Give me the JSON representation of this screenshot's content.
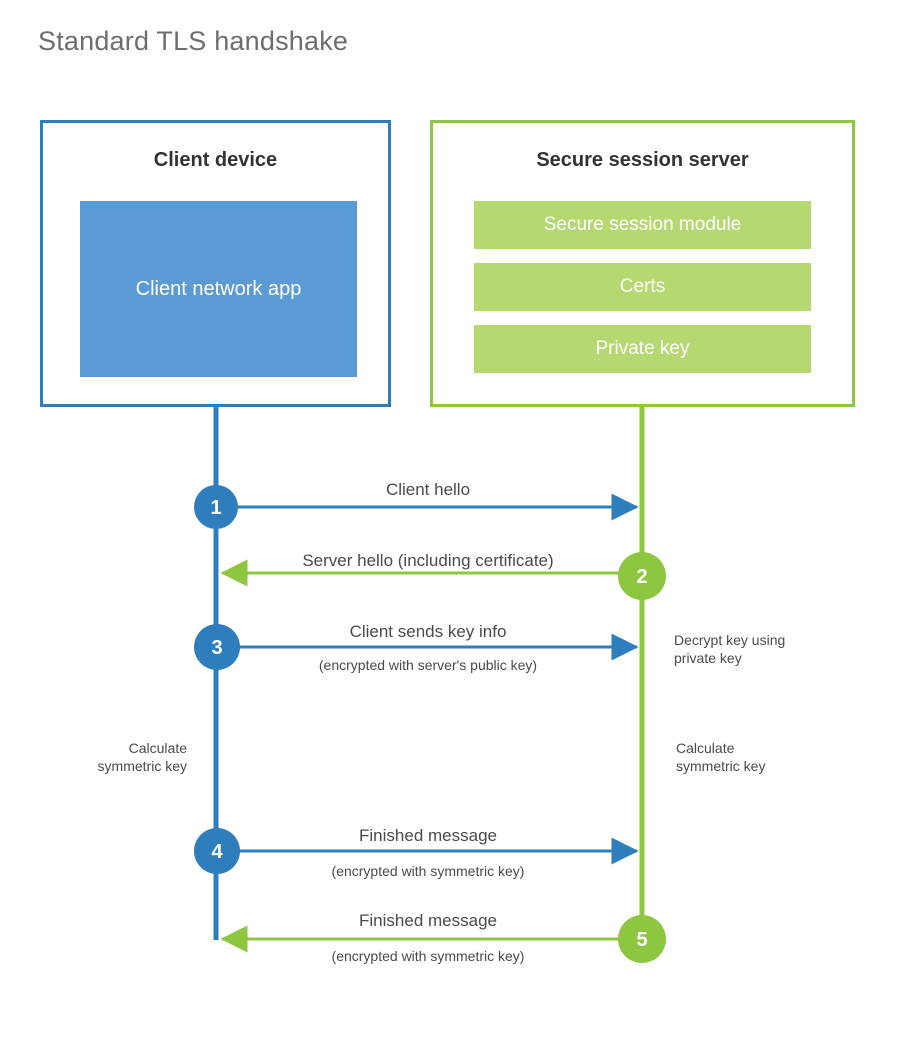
{
  "title": "Standard TLS handshake",
  "colors": {
    "client_border": "#2e7ebd",
    "client_fill": "#5b9bd5",
    "server_border": "#8dc63f",
    "server_module_fill": "#b5d870",
    "client_line": "#2e7ebd",
    "server_line": "#8dc63f",
    "text": "#4a4a4a",
    "title_text": "#6e6e6e",
    "background": "#ffffff"
  },
  "client": {
    "title": "Client device",
    "app_label": "Client network app"
  },
  "server": {
    "title": "Secure session server",
    "modules": [
      {
        "label": "Secure session module"
      },
      {
        "label": "Certs"
      },
      {
        "label": "Private key"
      }
    ]
  },
  "steps": [
    {
      "number": "1",
      "label": "Client hello",
      "sublabel": "",
      "direction": "client-to-server",
      "color": "#2e7ebd"
    },
    {
      "number": "2",
      "label": "Server hello (including certificate)",
      "sublabel": "",
      "direction": "server-to-client",
      "color": "#8dc63f"
    },
    {
      "number": "3",
      "label": "Client sends key info",
      "sublabel": "(encrypted with server's public key)",
      "direction": "client-to-server",
      "color": "#2e7ebd"
    },
    {
      "number": "4",
      "label": "Finished message",
      "sublabel": "(encrypted with symmetric key)",
      "direction": "client-to-server",
      "color": "#2e7ebd"
    },
    {
      "number": "5",
      "label": "Finished message",
      "sublabel": "(encrypted with symmetric key)",
      "direction": "server-to-client",
      "color": "#8dc63f"
    }
  ],
  "notes": {
    "server_decrypt_line1": "Decrypt key using",
    "server_decrypt_line2": "private key",
    "client_calc_line1": "Calculate",
    "client_calc_line2": "symmetric key",
    "server_calc_line1": "Calculate",
    "server_calc_line2": "symmetric key"
  }
}
